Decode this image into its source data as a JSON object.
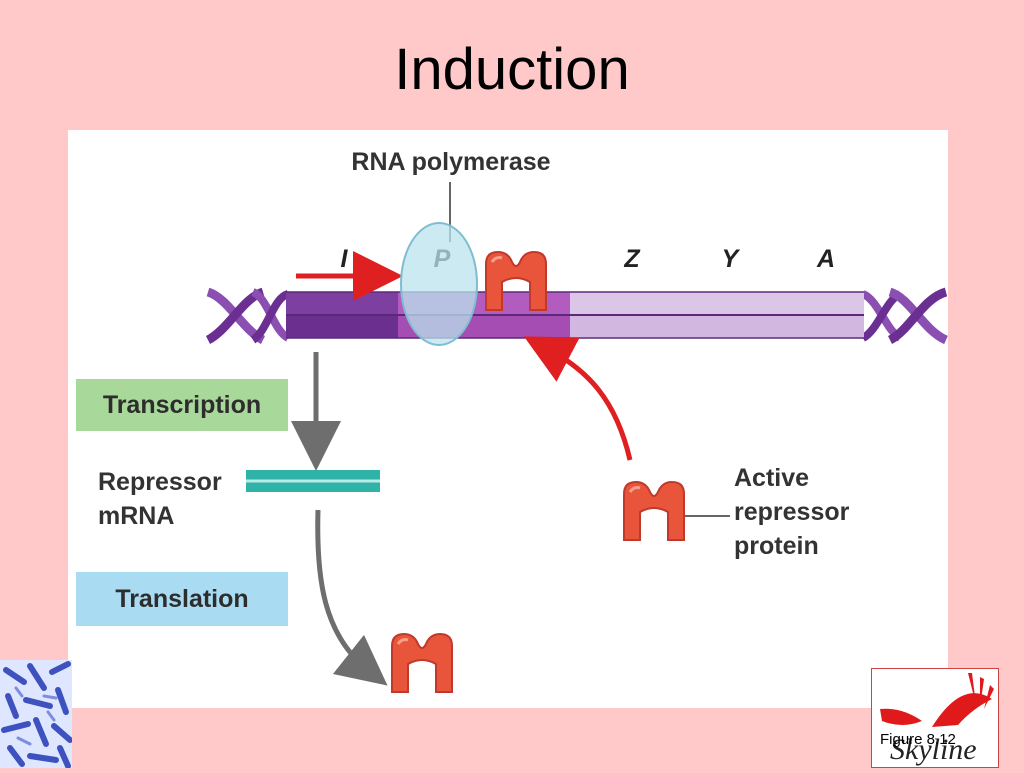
{
  "slide": {
    "title": "Induction",
    "figure_label": "Figure 8.12"
  },
  "diagram": {
    "rna_polymerase_label": "RNA polymerase",
    "genes": {
      "i": "I",
      "p": "P",
      "z": "Z",
      "y": "Y",
      "a": "A"
    },
    "transcription_label": "Transcription",
    "repressor_mrna_line1": "Repressor",
    "repressor_mrna_line2": "mRNA",
    "translation_label": "Translation",
    "active_repressor_line1": "Active",
    "active_repressor_line2": "repressor",
    "active_repressor_line3": "protein",
    "colors": {
      "background": "#ffc9c9",
      "dna_dark": "#7d3fa0",
      "dna_light": "#d8c0e4",
      "repressor": "#e8553a",
      "arrow_red": "#e02020",
      "arrow_gray": "#6e6e6e",
      "mrna": "#2fb3a8",
      "transcription_box": "#a8d89a",
      "translation_box": "#a9dcf2"
    }
  },
  "logo": {
    "text": "Skyline"
  }
}
